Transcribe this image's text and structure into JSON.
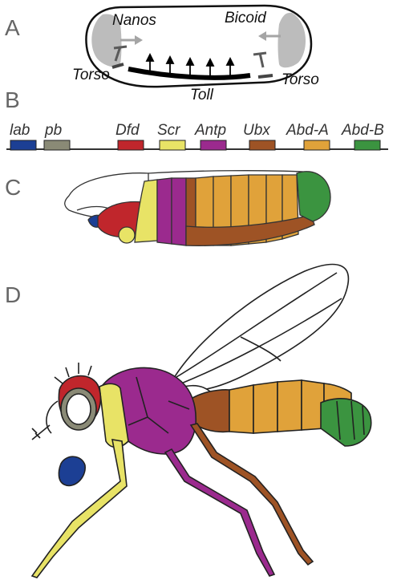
{
  "panels": {
    "a": "A",
    "b": "B",
    "c": "C",
    "d": "D"
  },
  "panel_a": {
    "nanos": "Nanos",
    "bicoid": "Bicoid",
    "torso_left": "Torso",
    "torso_right": "Torso",
    "toll": "Toll"
  },
  "genes": [
    {
      "name": "lab",
      "color": "#1c3f94"
    },
    {
      "name": "pb",
      "color": "#8a8a76"
    },
    {
      "name": "Dfd",
      "color": "#c0262c"
    },
    {
      "name": "Scr",
      "color": "#e8e366"
    },
    {
      "name": "Antp",
      "color": "#9b2a8e"
    },
    {
      "name": "Ubx",
      "color": "#9e5325"
    },
    {
      "name": "Abd-A",
      "color": "#e0a23a"
    },
    {
      "name": "Abd-B",
      "color": "#3b9440"
    }
  ]
}
